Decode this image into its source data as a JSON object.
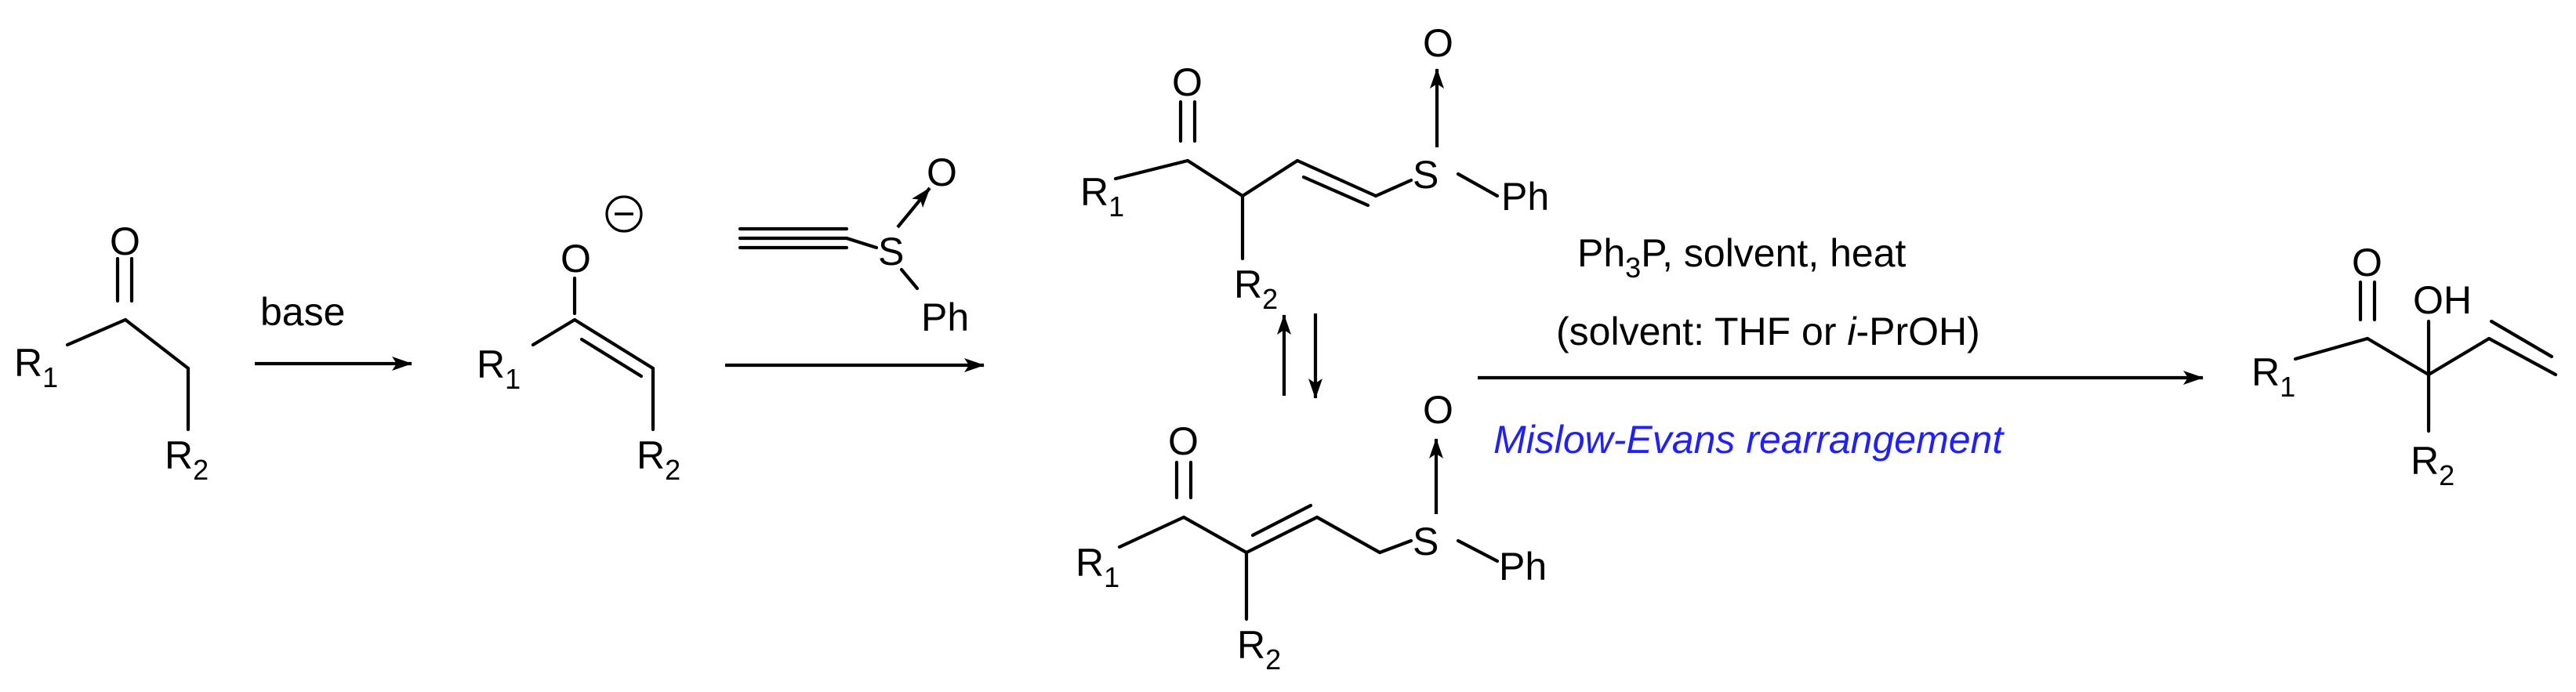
{
  "colors": {
    "ink": "#000000",
    "accent": "#1f1fff"
  },
  "atoms": {
    "O": "O",
    "S": "S",
    "Ph": "Ph",
    "R": "R",
    "OH": "OH",
    "sub_1": "1",
    "sub_2": "2",
    "minus": "−"
  },
  "reagents": {
    "step1": "base",
    "step3_line1_pre": "Ph",
    "step3_line1_sub": "3",
    "step3_line1_post": "P, solvent, heat",
    "step3_line2_pre": "(solvent: THF or ",
    "step3_line2_ital": "i",
    "step3_line2_post": "-PrOH)",
    "step3_name": "Mislow-Evans rearrangement"
  }
}
